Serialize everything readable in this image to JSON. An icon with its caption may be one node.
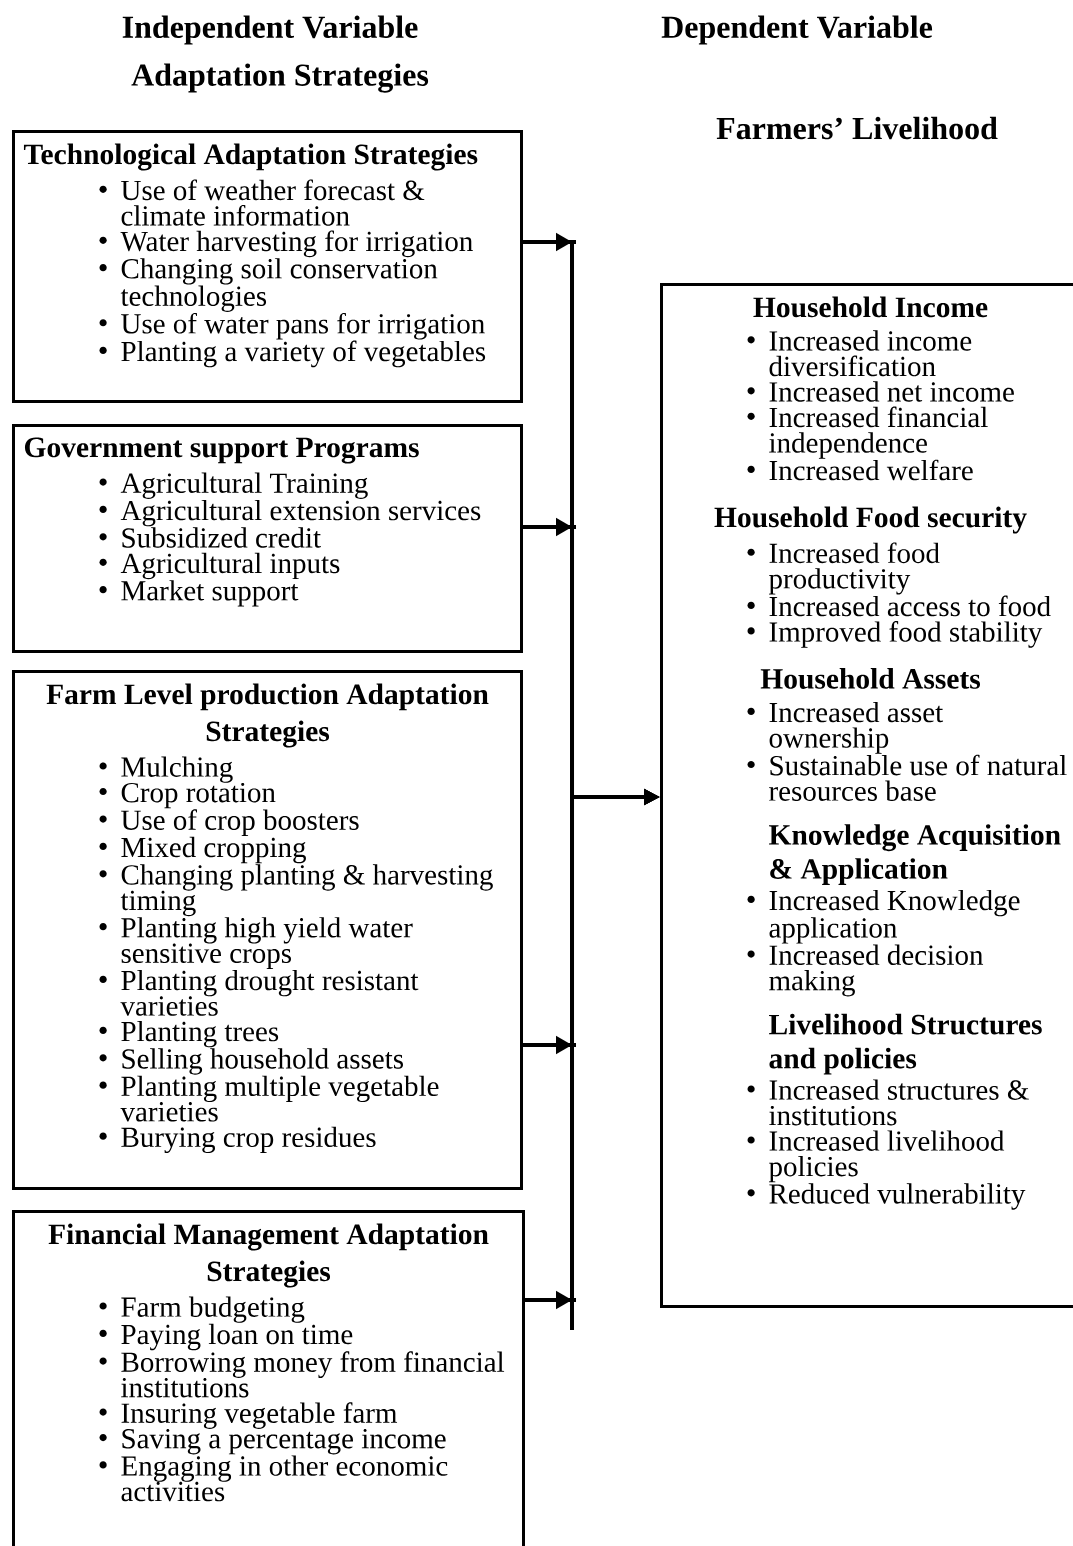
{
  "diagram": {
    "nodes": [
      {
        "text": [
          "Technological Adaptation Strategies",
          "Use of weather forecast & climate information",
          "Water harvesting for irrigation",
          "Changing soil conservation technologies",
          "Use of water pans for irrigation",
          "Planting a variety of vegetables"
        ]
      },
      {
        "text": [
          "Government support Programs",
          "Agricultural Training",
          "Agricultural extension services",
          "Subsidized credit",
          "Agricultural inputs",
          "Market support"
        ]
      },
      {
        "text": [
          "Farm Level production Adaptation Strategies",
          "Mulching",
          "Crop rotation",
          "Use of crop boosters",
          "Mixed cropping",
          "Changing planting & harvesting timing",
          "Planting high yield water sensitive crops",
          "Planting drought resistant varieties",
          "Planting trees",
          "Selling household assets",
          "Planting multiple vegetable varieties",
          "Burying crop residues"
        ]
      },
      {
        "text": [
          "Financial Management Adaptation Strategies",
          "Farm budgeting",
          "Paying loan on time",
          "Borrowing money from financial institutions",
          "Insuring vegetable farm",
          "Saving a percentage income",
          "Engaging in other economic activities"
        ]
      },
      {
        "text": [
          "Household Income",
          "Increased income diversification",
          "Increased net income",
          "Increased financial independence",
          "Increased welfare",
          "Household Food security",
          "Increased food productivity",
          "Increased access to food",
          "Improved food stability",
          "Household Assets",
          "Increased asset ownership",
          "Sustainable use of natural resources base",
          "Knowledge Acquisition & Application",
          "Increased Knowledge application",
          "Increased decision making",
          "Livelihood Structures and policies",
          "Increased structures & institutions",
          "Increased livelihood policies",
          "Reduced vulnerability"
        ]
      }
    ],
    "edges": [
      {
        "from": 0,
        "to": 4,
        "arrow": "to"
      },
      {
        "from": 1,
        "to": 4,
        "arrow": "to"
      },
      {
        "from": 2,
        "to": 4,
        "arrow": "to"
      },
      {
        "from": 3,
        "to": 4,
        "arrow": "to"
      }
    ],
    "labels": [
      "Independent Variable",
      "Dependent Variable",
      "Adaptation Strategies",
      "Farmers’ Livelihood"
    ]
  }
}
